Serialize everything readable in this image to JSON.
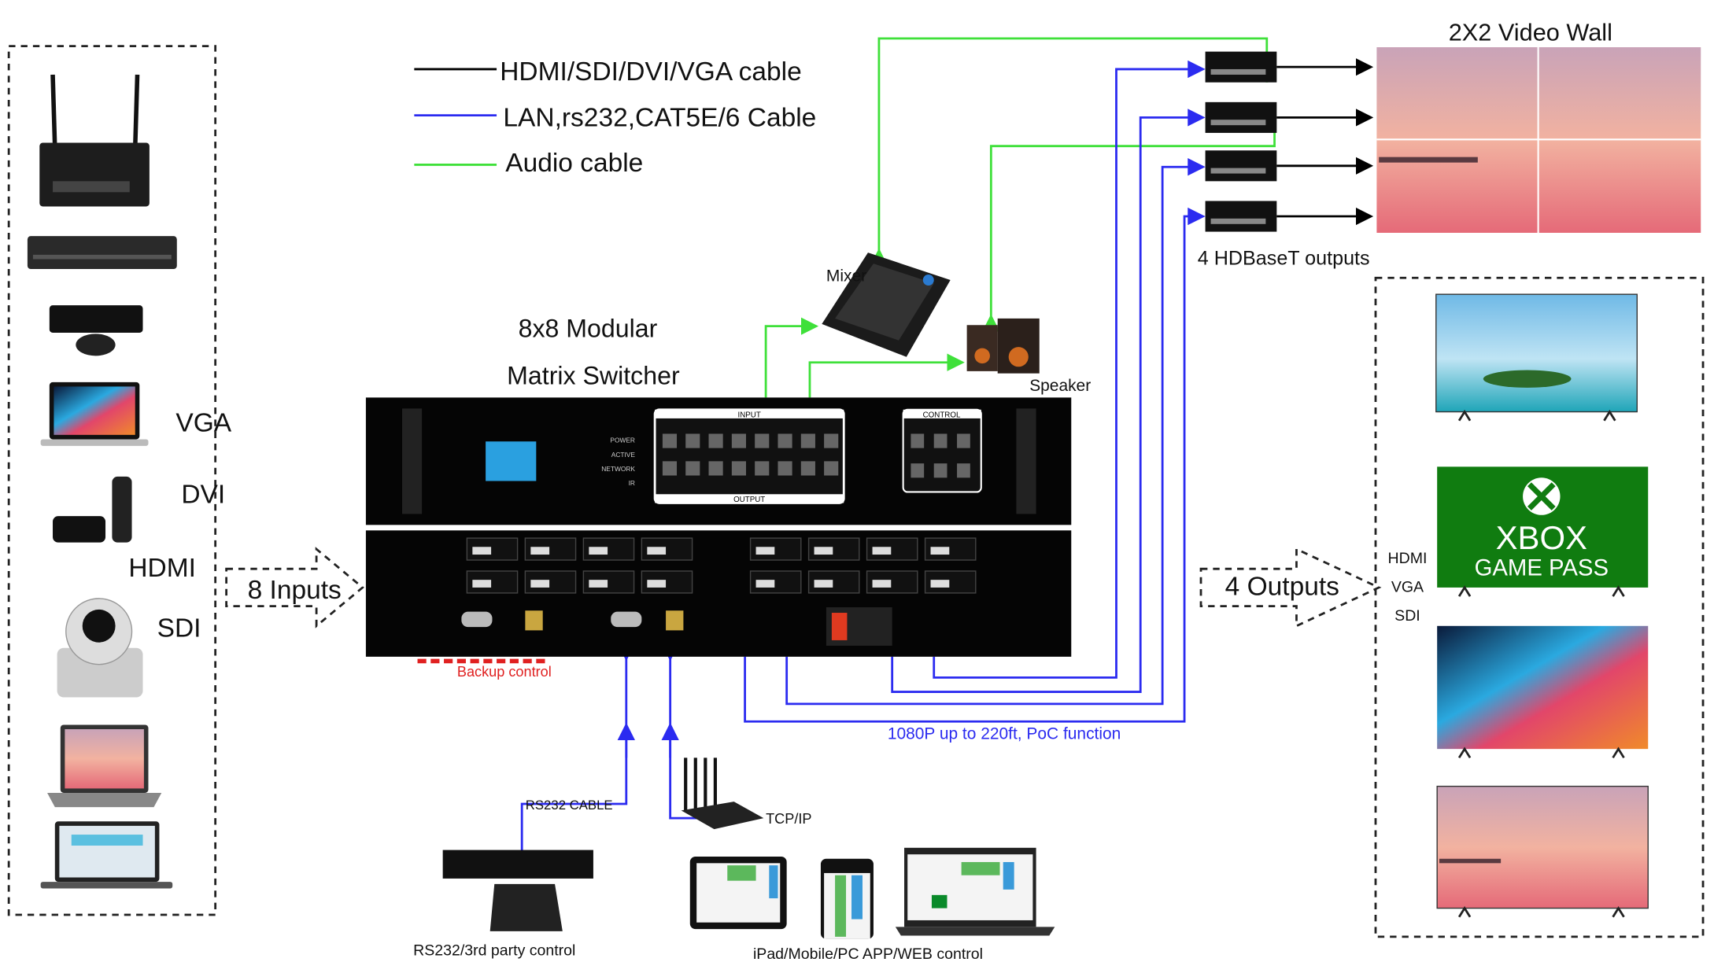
{
  "legend": {
    "hdmi": "HDMI/SDI/DVI/VGA cable",
    "lan": "LAN,rs232,CAT5E/6 Cable",
    "audio": "Audio cable"
  },
  "colors": {
    "hdmi_cable": "#000000",
    "lan_cable": "#2b2bf0",
    "audio_cable": "#3fe03a",
    "backup": "#e02020"
  },
  "inputs": {
    "labels": [
      "VGA",
      "DVI",
      "HDMI",
      "SDI"
    ],
    "arrow_label": "8 Inputs"
  },
  "switcher": {
    "title_line1": "8x8 Modular",
    "title_line2": "Matrix Switcher",
    "panel": {
      "input": "INPUT",
      "output": "OUTPUT",
      "control": "CONTROL",
      "power": "POWER",
      "active": "ACTIVE",
      "network": "NETWORK",
      "ir": "IR"
    },
    "backup_label": "Backup control"
  },
  "audio": {
    "mixer": "Mixer",
    "speaker": "Speaker"
  },
  "video_wall": {
    "title": "2X2 Video Wall",
    "hdbaset_label": "4 HDBaseT outputs"
  },
  "outputs": {
    "arrow_label": "4 Outputs",
    "labels": [
      "HDMI",
      "VGA",
      "SDI"
    ],
    "xbox_line1": "XBOX",
    "xbox_line2": "GAME PASS"
  },
  "hdbaset_note": "1080P up to 220ft, PoC function",
  "control": {
    "rs232_cable": "RS232 CABLE",
    "tcpip": "TCP/IP",
    "rs232_caption": "RS232/3rd party control",
    "app_caption": "iPad/Mobile/PC APP/WEB control"
  }
}
